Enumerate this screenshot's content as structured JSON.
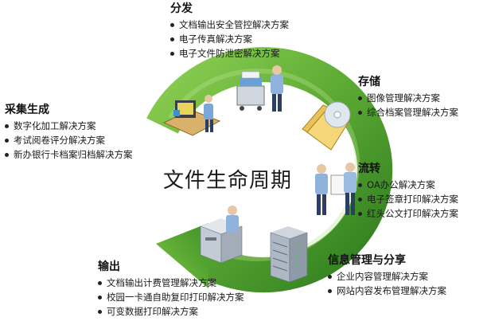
{
  "title": "文件生命周期",
  "colors": {
    "ring_dark": "#2f7d1f",
    "ring_light": "#7cc242",
    "text": "#1a1a1a"
  },
  "groups": {
    "distribute": {
      "heading": "分发",
      "items": [
        "文档输出安全管控解决方案",
        "电子传真解决方案",
        "电子文件防泄密解决方案"
      ]
    },
    "storage": {
      "heading": "存储",
      "items": [
        "图像管理解决方案",
        "综合档案管理解决方案"
      ]
    },
    "collect": {
      "heading": "采集生成",
      "items": [
        "数字化加工解决方案",
        "考试阅卷评分解决方案",
        "新办银行卡档案归档解决方案"
      ]
    },
    "flow": {
      "heading": "流转",
      "items": [
        "OA办公解决方案",
        "电子签章打印解决方案",
        "红头公文打印解决方案"
      ]
    },
    "info": {
      "heading": "信息管理与分享",
      "items": [
        "企业内容管理解决方案",
        "网站内容发布管理解决方案"
      ]
    },
    "output": {
      "heading": "输出",
      "items": [
        "文档输出计费管理解决方案",
        "校园一卡通自助复印打印解决方案",
        "可变数据打印解决方案"
      ]
    }
  },
  "icons": {
    "collect": "computer-workstation-icon",
    "distribute": "document-cart-icon",
    "storage": "folder-disc-icon",
    "flow": "document-handoff-icon",
    "info": "server-rack-icon",
    "output": "printer-icon"
  }
}
